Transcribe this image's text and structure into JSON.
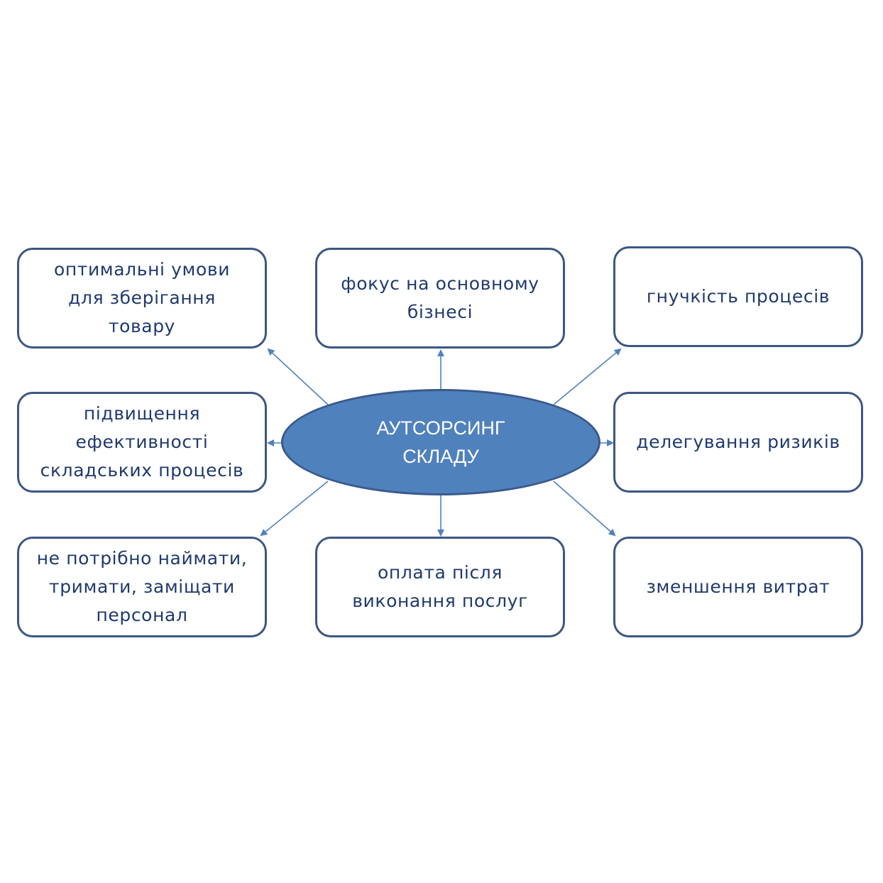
{
  "center": {
    "label": "АУТСОРСИНГ\nСКЛАДУ"
  },
  "nodes": [
    {
      "label": "оптимальні умови\nдля зберігання\nтовару"
    },
    {
      "label": "фокус на основному\nбізнесі"
    },
    {
      "label": "гнучкість процесів"
    },
    {
      "label": "підвищення\nефективності\nскладських процесів"
    },
    {
      "label": "делегування ризиків"
    },
    {
      "label": "не потрібно наймати,\nтримати, заміщати\nперсонал"
    },
    {
      "label": "оплата після\nвиконання послуг"
    },
    {
      "label": "зменшення витрат"
    }
  ],
  "colors": {
    "center_fill": "#4f81bd",
    "center_border": "#3a5a8c",
    "box_border": "#3b5784",
    "text": "#1f3a6e",
    "arrow": "#4f81bd"
  }
}
